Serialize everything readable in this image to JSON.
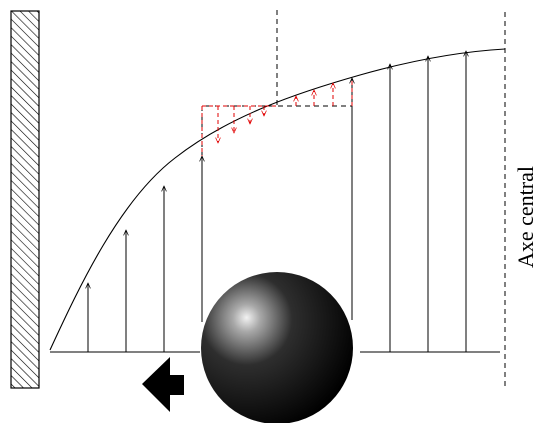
{
  "labels": {
    "axis": "Axe central"
  },
  "colors": {
    "stroke": "#000000",
    "highlight": "#e00000",
    "hatch": "#000000",
    "background": "#ffffff"
  },
  "icons": {
    "wall": "hatched-wall",
    "ball": "shaded-sphere",
    "direction": "left-arrow-icon"
  }
}
